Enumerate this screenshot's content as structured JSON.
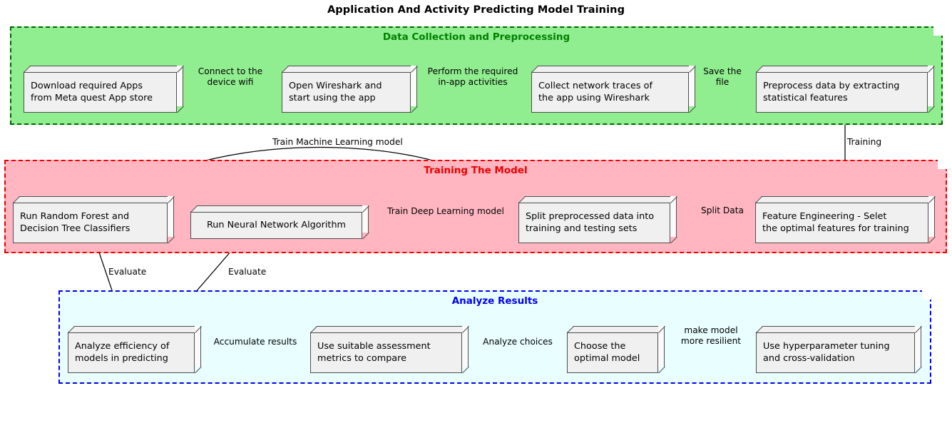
{
  "title": "Application And Activity Predicting Model Training",
  "groups": [
    {
      "key": "data_collection",
      "title": "Data Collection and Preprocessing",
      "color": "#008000",
      "fill": "#90ee90"
    },
    {
      "key": "training",
      "title": "Training The Model",
      "color": "#ee0000",
      "fill": "#ffb6c1"
    },
    {
      "key": "analyze",
      "title": "Analyze Results",
      "color": "#0000ee",
      "fill": "#e8feff"
    }
  ],
  "nodes": {
    "download_apps": "Download required Apps\nfrom Meta quest App store",
    "open_wireshark": "Open Wireshark and\nstart using the app",
    "collect_traces": "Collect network traces of\nthe app using Wireshark",
    "preprocess_data": "Preprocess data by extracting\nstatistical features",
    "feature_engineering": "Feature Engineering - Selet\nthe optimal features for training",
    "split_data": "Split preprocessed data into\ntraining and testing sets",
    "neural_network": "Run Neural Network Algorithm",
    "random_forest": "Run Random Forest and\nDecision Tree Classifiers",
    "analyze_efficiency": "Analyze efficiency of\nmodels in predicting",
    "assessment_metrics": "Use suitable assessment\nmetrics to compare",
    "choose_optimal": "Choose the\noptimal model",
    "hyperparameter": "Use hyperparameter tuning\nand cross-validation"
  },
  "edge_labels": {
    "connect_wifi": "Connect to the\ndevice wifi",
    "perform_activities": "Perform the required\nin-app activities",
    "save_file": "Save the\nfile",
    "training": "Training",
    "split_data": "Split Data",
    "train_deep_learning": "Train Deep Learning model",
    "train_machine_learning": "Train Machine Learning model",
    "evaluate_rf": "Evaluate",
    "evaluate_nn": "Evaluate",
    "accumulate_results": "Accumulate results",
    "analyze_choices": "Analyze choices",
    "make_resilient": "make model\nmore resilient"
  }
}
